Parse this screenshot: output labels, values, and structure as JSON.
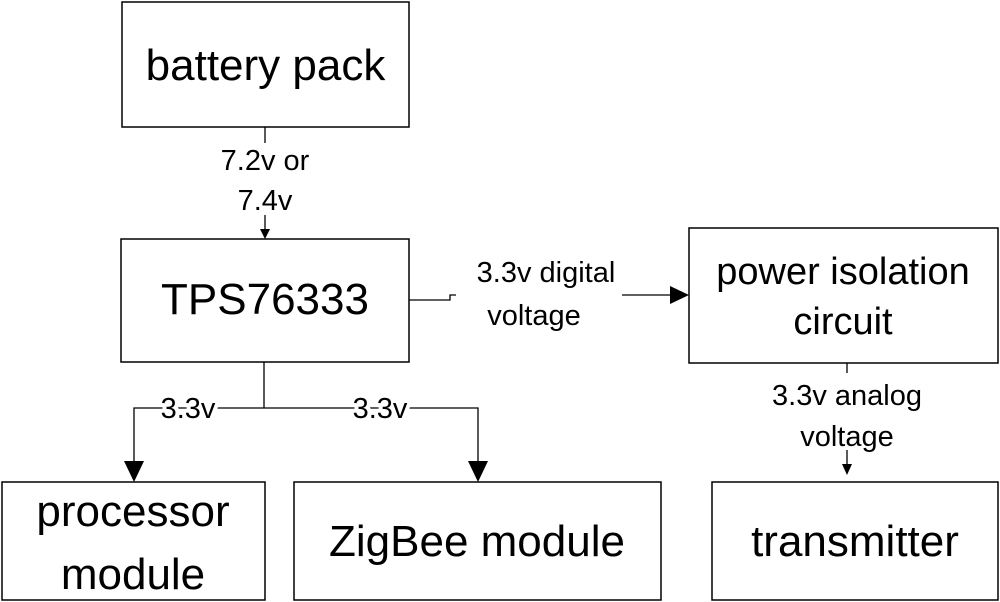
{
  "nodes": {
    "battery": {
      "label": "battery pack"
    },
    "regulator": {
      "label": "TPS76333"
    },
    "isolation": {
      "lines": [
        "power isolation",
        "circuit"
      ]
    },
    "processor": {
      "lines": [
        "processor",
        "module"
      ]
    },
    "zigbee": {
      "label": "ZigBee module"
    },
    "transmitter": {
      "label": "transmitter"
    }
  },
  "edges": {
    "battery_to_regulator": {
      "lines": [
        "7.2v or",
        "7.4v"
      ]
    },
    "regulator_to_isolation": {
      "lines": [
        "3.3v digital",
        "voltage"
      ]
    },
    "regulator_to_processor": {
      "label": "3.3v"
    },
    "regulator_to_zigbee": {
      "label": "3.3v"
    },
    "isolation_to_transmitter": {
      "lines": [
        "3.3v analog",
        "voltage"
      ]
    }
  },
  "colors": {
    "line": "#000000",
    "background": "#ffffff"
  }
}
